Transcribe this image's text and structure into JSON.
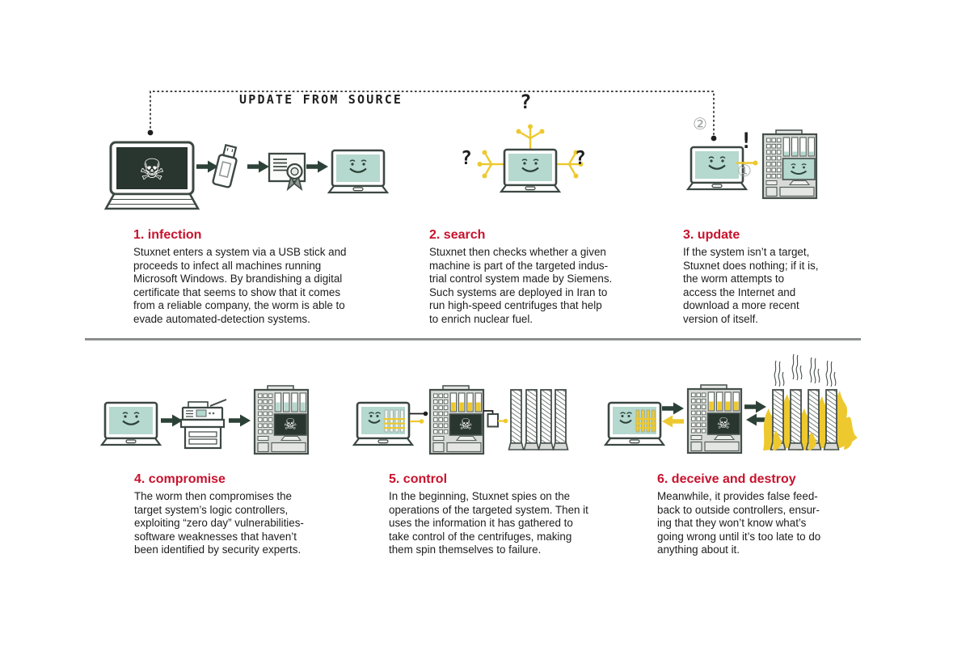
{
  "connector_label": "UPDATE FROM SOURCE",
  "glyphs": {
    "skull": "☠",
    "question_mark": "?",
    "exclamation": "!",
    "circled_one": "①",
    "circled_two": "②"
  },
  "colors": {
    "accent_red": "#c8122d",
    "highlight_yellow": "#edc92f",
    "screen_teal": "#b5d8cf",
    "ink_dark": "#2c4137"
  },
  "steps": [
    {
      "title": "1. infection",
      "body": "Stuxnet enters a system via a USB stick and\nproceeds to infect all machines running\nMicrosoft Windows. By brandishing a digital\ncertificate that seems to show that it comes\nfrom a reliable company, the worm is able to\nevade automated-detection systems."
    },
    {
      "title": "2. search",
      "body": "Stuxnet then checks whether a given\nmachine is part of the targeted indus-\ntrial control system made by Siemens.\nSuch systems are deployed in Iran to\nrun high-speed centrifuges that help\nto enrich nuclear fuel."
    },
    {
      "title": "3. update",
      "body": "If the system isn’t a target,\nStuxnet does nothing; if it is,\nthe worm attempts to\naccess the Internet and\ndownload a more recent\nversion of itself."
    },
    {
      "title": "4. compromise",
      "body": "The worm then compromises the\ntarget system’s logic controllers,\nexploiting “zero day” vulnerabilities-\nsoftware weaknesses that haven’t\nbeen identified by security experts."
    },
    {
      "title": "5. control",
      "body": "In the beginning, Stuxnet spies on the\noperations of the targeted system. Then it\nuses the information it has gathered to\ntake control of the centrifuges, making\nthem spin themselves to failure."
    },
    {
      "title": "6. deceive and destroy",
      "body": "Meanwhile, it provides false feed-\nback to outside controllers, ensur-\ning that they won’t know what’s\ngoing wrong until it’s too late to do\nanything about it."
    }
  ]
}
